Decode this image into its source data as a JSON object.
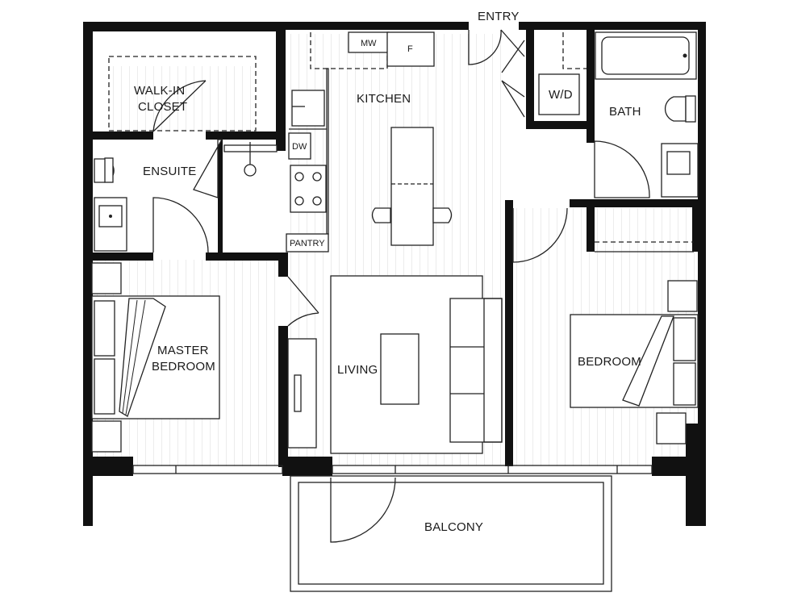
{
  "rooms": {
    "entry": "ENTRY",
    "walk_in_closet_line1": "WALK-IN",
    "walk_in_closet_line2": "CLOSET",
    "ensuite": "ENSUITE",
    "kitchen": "KITCHEN",
    "bath": "BATH",
    "washer_dryer": "W/D",
    "microwave": "MW",
    "fridge": "F",
    "dishwasher": "DW",
    "pantry": "PANTRY",
    "master_bedroom_line1": "MASTER",
    "master_bedroom_line2": "BEDROOM",
    "living": "LIVING",
    "bedroom": "BEDROOM",
    "balcony": "BALCONY"
  },
  "colors": {
    "wall": "#111111",
    "line": "#222222",
    "background": "#ffffff"
  }
}
